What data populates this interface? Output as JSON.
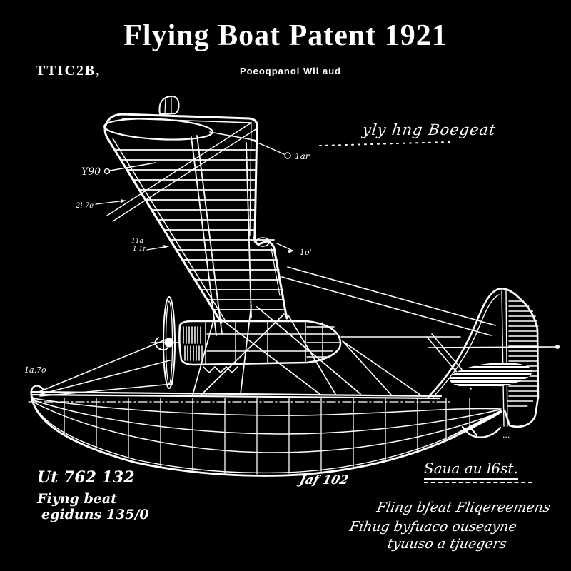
{
  "poster": {
    "background": "#000000",
    "ink": "#ffffff",
    "title": "Flying Boat Patent 1921",
    "header": {
      "fig_label": "TTIC2B,",
      "subtitle": "Poeoqpanol Wil aud",
      "annotation_right": "yly hng Boegeat"
    },
    "drawing": {
      "labels": {
        "wing_tip": "Y90",
        "wing_le": "2l 7e",
        "wing_te_upper": "1ar",
        "aileron": "1o'",
        "strut_a": "11a",
        "strut_b": "1 1r",
        "bow": "1a,7o",
        "stern_dots": "···"
      }
    },
    "footer": {
      "patent_no": "Ut  762 132",
      "subject_line1": "Fiyng beat",
      "subject_line2": "egiduns 135/0",
      "sheet_no": "Jaf 102",
      "witness": "Saua au l6st.",
      "signature_line1": "Fling bfeat Fliqereemens",
      "signature_line2": "Fihug byfuaco ouseayne",
      "signature_line3": "tyuuso a tjuegers"
    }
  }
}
